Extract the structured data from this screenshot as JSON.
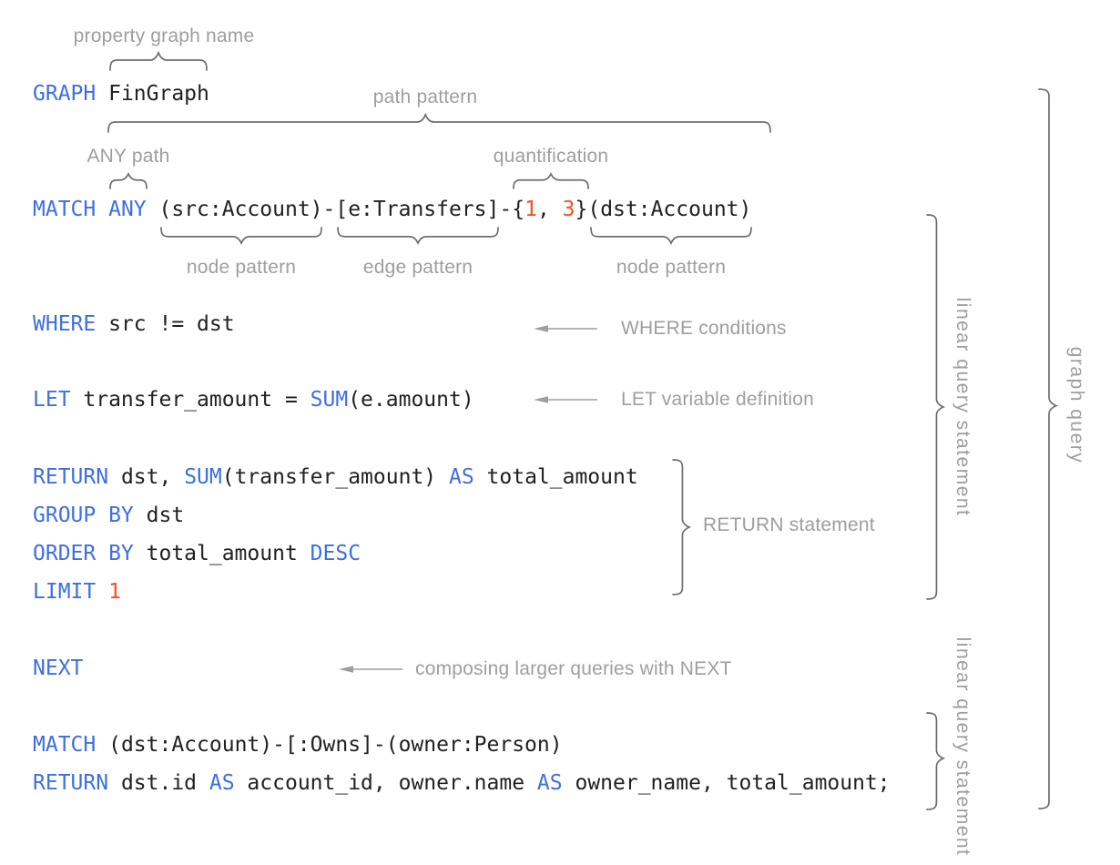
{
  "colors": {
    "background": "#ffffff",
    "code_keyword": "#3e6fe1",
    "code_text": "#212121",
    "code_number": "#f4511e",
    "annotation_text": "#9e9e9e",
    "brace_stroke": "#6e6e6e",
    "arrow_stroke": "#9e9e9e"
  },
  "code": {
    "lines": [
      {
        "name": "graph-clause",
        "tokens": [
          {
            "t": "GRAPH",
            "c": "kw"
          },
          {
            "t": " FinGraph",
            "c": "plain"
          }
        ]
      },
      {
        "name": "match-clause",
        "tokens": [
          {
            "t": "MATCH",
            "c": "kw"
          },
          {
            "t": " ",
            "c": "plain"
          },
          {
            "t": "ANY",
            "c": "kw"
          },
          {
            "t": " (src:Account)-[e:Transfers]-{",
            "c": "plain"
          },
          {
            "t": "1",
            "c": "num"
          },
          {
            "t": ", ",
            "c": "plain"
          },
          {
            "t": "3",
            "c": "num"
          },
          {
            "t": "}(dst:Account)",
            "c": "plain"
          }
        ]
      },
      {
        "name": "where-clause",
        "tokens": [
          {
            "t": "WHERE",
            "c": "kw"
          },
          {
            "t": " src != dst",
            "c": "plain"
          }
        ]
      },
      {
        "name": "let-clause",
        "tokens": [
          {
            "t": "LET",
            "c": "kw"
          },
          {
            "t": " transfer_amount = ",
            "c": "plain"
          },
          {
            "t": "SUM",
            "c": "kw"
          },
          {
            "t": "(e.amount)",
            "c": "plain"
          }
        ]
      },
      {
        "name": "return-clause",
        "tokens": [
          {
            "t": "RETURN",
            "c": "kw"
          },
          {
            "t": " dst, ",
            "c": "plain"
          },
          {
            "t": "SUM",
            "c": "kw"
          },
          {
            "t": "(transfer_amount) ",
            "c": "plain"
          },
          {
            "t": "AS",
            "c": "kw"
          },
          {
            "t": " total_amount",
            "c": "plain"
          }
        ]
      },
      {
        "name": "group-by-clause",
        "tokens": [
          {
            "t": "GROUP BY",
            "c": "kw"
          },
          {
            "t": " dst",
            "c": "plain"
          }
        ]
      },
      {
        "name": "order-by-clause",
        "tokens": [
          {
            "t": "ORDER BY",
            "c": "kw"
          },
          {
            "t": " total_amount ",
            "c": "plain"
          },
          {
            "t": "DESC",
            "c": "kw"
          }
        ]
      },
      {
        "name": "limit-clause",
        "tokens": [
          {
            "t": "LIMIT",
            "c": "kw"
          },
          {
            "t": " ",
            "c": "plain"
          },
          {
            "t": "1",
            "c": "num"
          }
        ]
      },
      {
        "name": "next-clause",
        "tokens": [
          {
            "t": "NEXT",
            "c": "kw"
          }
        ]
      },
      {
        "name": "match-clause-2",
        "tokens": [
          {
            "t": "MATCH",
            "c": "kw"
          },
          {
            "t": " (dst:Account)-[:Owns]-(owner:Person)",
            "c": "plain"
          }
        ]
      },
      {
        "name": "return-clause-2",
        "tokens": [
          {
            "t": "RETURN",
            "c": "kw"
          },
          {
            "t": " dst.id ",
            "c": "plain"
          },
          {
            "t": "AS",
            "c": "kw"
          },
          {
            "t": " account_id, owner.name ",
            "c": "plain"
          },
          {
            "t": "AS",
            "c": "kw"
          },
          {
            "t": " owner_name, total_amount;",
            "c": "plain"
          }
        ]
      }
    ]
  },
  "annotations": {
    "property_graph_name": "property graph name",
    "path_pattern": "path pattern",
    "any_path": "ANY path",
    "quantification": "quantification",
    "node_pattern_left": "node pattern",
    "edge_pattern": "edge pattern",
    "node_pattern_right": "node pattern",
    "where_conditions": "WHERE conditions",
    "let_variable_definition": "LET variable definition",
    "return_statement": "RETURN statement",
    "composing_next": "composing larger queries with NEXT",
    "linear_query_statement_1": "linear query statement",
    "linear_query_statement_2": "linear query statement",
    "graph_query": "graph query"
  }
}
